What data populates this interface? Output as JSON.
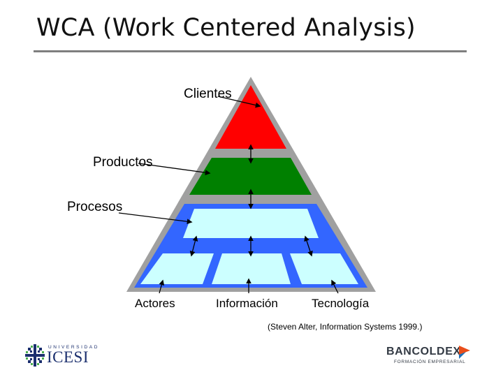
{
  "slide": {
    "title": "WCA (Work Centered Analysis)"
  },
  "diagram": {
    "labels": {
      "clientes": "Clientes",
      "productos": "Productos",
      "procesos": "Procesos",
      "actores": "Actores",
      "informacion": "Información",
      "tecnologia": "Tecnología"
    },
    "colors": {
      "outline": "#a0a0a0",
      "clientes": "#ff0000",
      "productos": "#008000",
      "procesos_band": "#3366ff",
      "process_boxes": "#ccffff"
    }
  },
  "caption": "(Steven Alter, Information Systems 1999.)",
  "logos": {
    "left": {
      "top_text": "UNIVERSIDAD",
      "name": "ICESI"
    },
    "right": {
      "name": "BANCOLDEX",
      "sub": "FORMACIÓN EMPRESARIAL"
    }
  }
}
